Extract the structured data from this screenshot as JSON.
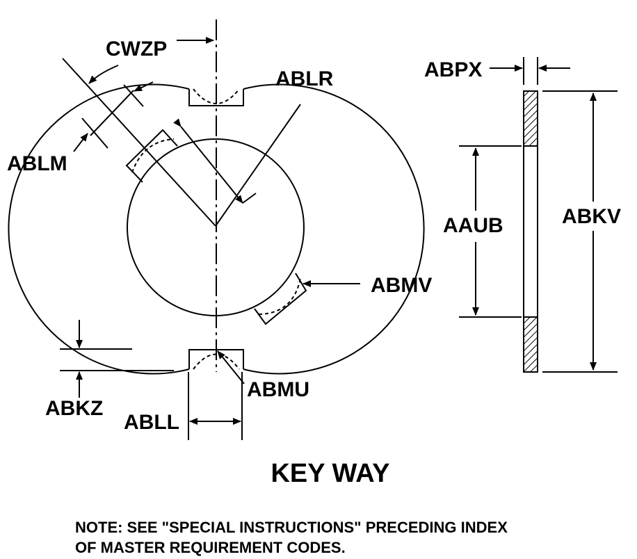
{
  "figure": {
    "title": "KEY WAY",
    "ink_color": "#000000",
    "background_color": "#ffffff"
  },
  "labels": {
    "cwzp": "CWZP",
    "ablr": "ABLR",
    "ablm": "ABLM",
    "abmv": "ABMV",
    "abmu": "ABMU",
    "abkz": "ABKZ",
    "abll": "ABLL",
    "abpx": "ABPX",
    "aaub": "AAUB",
    "abkv": "ABKV"
  },
  "note": {
    "line1": "NOTE: SEE \"SPECIAL INSTRUCTIONS\" PRECEDING INDEX",
    "line2": "OF MASTER REQUIREMENT CODES."
  }
}
